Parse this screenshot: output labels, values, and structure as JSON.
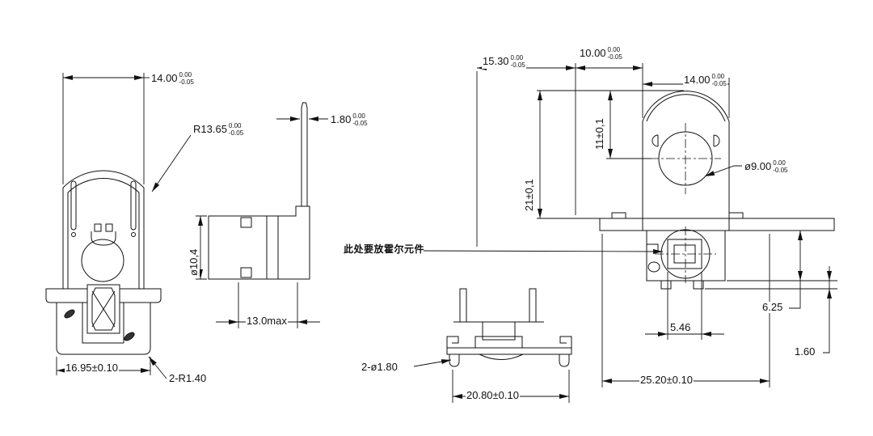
{
  "drawing": {
    "background_color": "#ffffff",
    "line_color": "#111111",
    "note_hall": "此处要放霍尔元件",
    "dims": {
      "front_width": {
        "nominal": "14.00",
        "tol_up": "0.00",
        "tol_dn": "-0.05"
      },
      "front_dome_radius": {
        "nominal": "R13.65",
        "tol_up": "0.00",
        "tol_dn": "-0.05"
      },
      "front_lower_width": "16.95±0.10",
      "front_corner_radius": "2-R1.40",
      "blade_thickness": {
        "nominal": "1.80",
        "tol_up": "0.00",
        "tol_dn": "-0.05"
      },
      "side_diameter": "ø10,4",
      "side_depth": "13.0max",
      "sensor_hole": "2-ø1.80",
      "sensor_width": "20.80±0.10",
      "top_offset_left": {
        "nominal": "15.30",
        "tol_up": "0.00",
        "tol_dn": "-0.05"
      },
      "top_offset_mid": {
        "nominal": "10.00",
        "tol_up": "0.00",
        "tol_dn": "-0.05"
      },
      "top_width": {
        "nominal": "14.00",
        "tol_up": "0.00",
        "tol_dn": "-0.05"
      },
      "lens_center_drop": "11±0,1",
      "overall_height": "21±0,1",
      "lens_diameter": {
        "nominal": "ø9.00",
        "tol_up": "0.00",
        "tol_dn": "-0.05"
      },
      "leg_span": "5.46",
      "body_depth": "6.25",
      "flange_thickness": "1.60",
      "flange_width": "25.20±0.10"
    }
  }
}
